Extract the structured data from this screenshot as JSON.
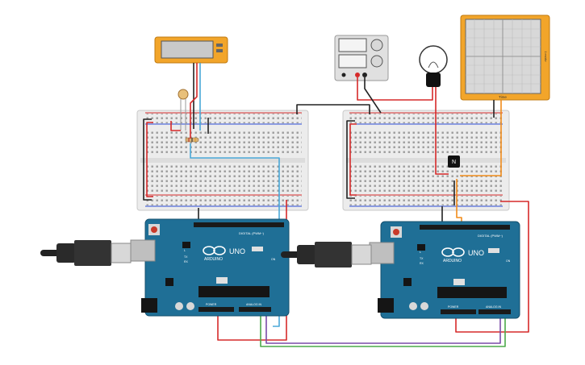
{
  "components": {
    "arduino_left": {
      "brand_text": "ARDUINO",
      "model_text": "UNO",
      "digital_header_label": "DIGITAL (PWM~)",
      "power_label": "POWER",
      "analog_label": "ANALOG IN",
      "tx_label": "TX",
      "rx_label": "RX",
      "l_label": "L",
      "on_label": "ON"
    },
    "arduino_right": {
      "brand_text": "ARDUINO",
      "model_text": "UNO",
      "digital_header_label": "DIGITAL (PWM~)",
      "power_label": "POWER",
      "analog_label": "ANALOG IN",
      "tx_label": "TX",
      "rx_label": "RX",
      "l_label": "L",
      "on_label": "ON"
    },
    "transistor_label": "N",
    "oscilloscope_time_label": "Time",
    "oscilloscope_side_label": "1 ms/div"
  },
  "colors": {
    "board_blue": "#1f6f96",
    "breadboard": "#ececec",
    "display_yellow": "#f2a52a",
    "wire_red": "#d62a2a",
    "wire_black": "#222222",
    "wire_blue": "#4aa8d8",
    "wire_green": "#4caa4a",
    "wire_purple": "#7a4aa8",
    "wire_orange": "#f28c1a"
  }
}
